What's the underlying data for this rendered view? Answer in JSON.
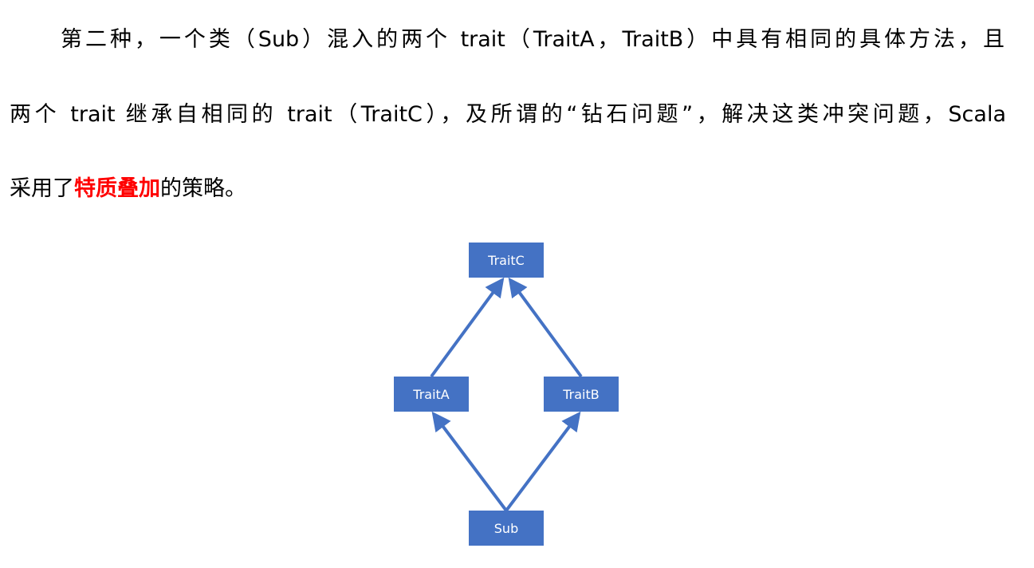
{
  "paragraph": {
    "line1": "第二种，一个类（Sub）混入的两个 trait（TraitA，TraitB）中具有相同的具体方法，且",
    "line2": "两个 trait 继承自相同的 trait（TraitC），及所谓的“钻石问题”，解决这类冲突问题，Scala",
    "line3_pre": "采用了",
    "line3_highlight": "特质叠加",
    "line3_post": "的策略。"
  },
  "colors": {
    "highlight": "#ff0000",
    "node": "#4472c4",
    "arrow": "#4472c4"
  },
  "diagram": {
    "nodes": {
      "traitc": "TraitC",
      "traita": "TraitA",
      "traitb": "TraitB",
      "sub": "Sub"
    }
  }
}
